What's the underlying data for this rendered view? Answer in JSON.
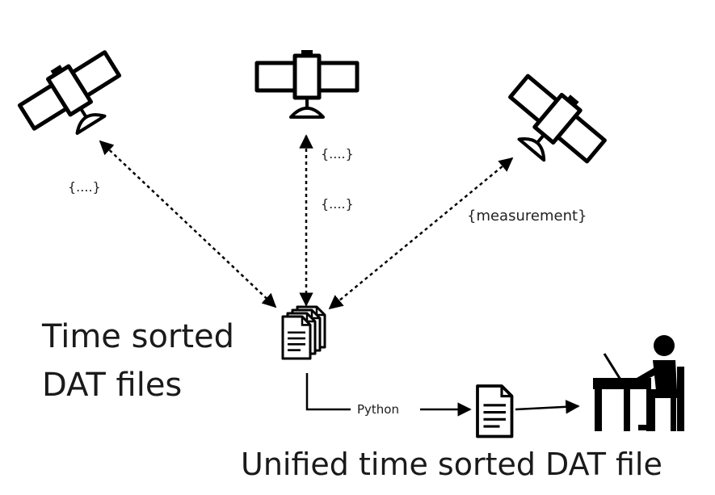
{
  "labels": {
    "sat_left_msg": "{....}",
    "sat_mid_msg1": "{....}",
    "sat_mid_msg2": "{....}",
    "sat_right_msg": "{measurement}",
    "left_title_line1": "Time sorted",
    "left_title_line2": "DAT files",
    "python": "Python",
    "bottom_title": "Unified time sorted DAT file"
  },
  "icons": {
    "satellite": "satellite-icon",
    "files": "file-stack-icon",
    "file": "document-icon",
    "user": "user-at-desk-icon"
  },
  "colors": {
    "stroke": "#000000",
    "text": "#1a1a1a"
  }
}
